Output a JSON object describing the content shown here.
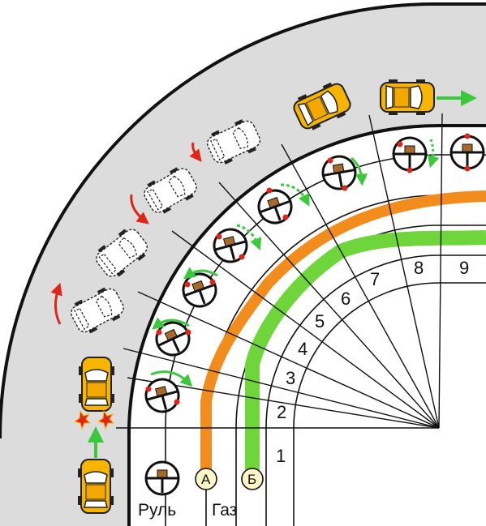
{
  "labels": {
    "steering": "Руль",
    "throttle": "Газ",
    "lane_a": "А",
    "lane_b": "Б"
  },
  "sectors": [
    "1",
    "2",
    "3",
    "4",
    "5",
    "6",
    "7",
    "8",
    "9"
  ],
  "colors": {
    "road": "#dcdcdc",
    "car": "#f7b500",
    "lane_a": "#f28c1c",
    "lane_b": "#6ed63a",
    "arrow_red": "#e02418",
    "arrow_green": "#3cc83c"
  },
  "icons": [
    "steering-wheel-icon",
    "car-icon",
    "ghost-car-icon",
    "forward-arrow-icon",
    "rotation-arrow-icon",
    "collision-spark-icon"
  ]
}
